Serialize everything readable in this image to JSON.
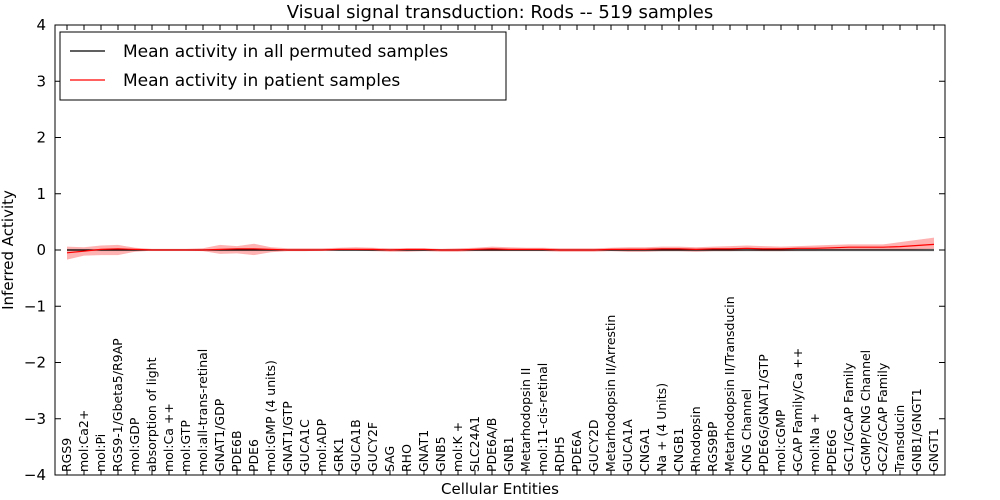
{
  "chart_data": {
    "type": "line",
    "title": "Visual signal transduction: Rods -- 519 samples",
    "xlabel": "Cellular Entities",
    "ylabel": "Inferred Activity",
    "ylim": [
      -4,
      4
    ],
    "yticks": [
      "−4",
      "−3",
      "−2",
      "−1",
      "0",
      "1",
      "2",
      "3",
      "4"
    ],
    "grid": false,
    "legend_position": "top-left",
    "categories": [
      "RGS9",
      "mol:Ca2+",
      "mol:Pi",
      "RGS9-1/Gbeta5/R9AP",
      "mol:GDP",
      "absorption of light",
      "mol:Ca ++",
      "mol:GTP",
      "mol:all-trans-retinal",
      "GNAT1/GDP",
      "PDE6B",
      "PDE6",
      "mol:GMP (4 units)",
      "GNAT1/GTP",
      "GUCA1C",
      "mol:ADP",
      "GRK1",
      "GUCA1B",
      "GUCY2F",
      "SAG",
      "RHO",
      "GNAT1",
      "GNB5",
      "mol:K +",
      "SLC24A1",
      "PDE6A/B",
      "GNB1",
      "Metarhodopsin II",
      "mol:11-cis-retinal",
      "RDH5",
      "PDE6A",
      "GUCY2D",
      "Metarhodopsin II/Arrestin",
      "GUCA1A",
      "CNGA1",
      "Na + (4 Units)",
      "CNGB1",
      "Rhodopsin",
      "RGS9BP",
      "Metarhodopsin II/Transducin",
      "CNG Channel",
      "PDE6G/GNAT1/GTP",
      "mol:cGMP",
      "GCAP Family/Ca ++",
      "mol:Na +",
      "PDE6G",
      "GC1/GCAP Family",
      "cGMP/CNG Channel",
      "GC2/GCAP Family",
      "Transducin",
      "GNB1/GNGT1",
      "GNGT1"
    ],
    "series": [
      {
        "name": "Mean activity in all permuted samples",
        "color": "#000000",
        "values": [
          0,
          0,
          0,
          0,
          0,
          0,
          0,
          0,
          0,
          0,
          0,
          0,
          0,
          0,
          0,
          0,
          0,
          0,
          0,
          0,
          0,
          0,
          0,
          0,
          0,
          0,
          0,
          0,
          0,
          0,
          0,
          0,
          0,
          0,
          0,
          0,
          0,
          0,
          0,
          0,
          0,
          0,
          0,
          0,
          0,
          0,
          0,
          0,
          0,
          0,
          0,
          0
        ],
        "band_low": [
          -0.02,
          -0.02,
          -0.02,
          -0.02,
          -0.02,
          -0.02,
          -0.02,
          -0.02,
          -0.02,
          -0.02,
          -0.02,
          -0.02,
          -0.02,
          -0.02,
          -0.02,
          -0.02,
          -0.02,
          -0.02,
          -0.02,
          -0.02,
          -0.02,
          -0.02,
          -0.02,
          -0.02,
          -0.02,
          -0.02,
          -0.02,
          -0.02,
          -0.02,
          -0.02,
          -0.02,
          -0.02,
          -0.02,
          -0.03,
          -0.03,
          -0.03,
          -0.03,
          -0.03,
          -0.03,
          -0.03,
          -0.03,
          -0.03,
          -0.03,
          -0.03,
          -0.03,
          -0.03,
          -0.03,
          -0.03,
          -0.03,
          -0.03,
          -0.03,
          -0.03
        ],
        "band_high": [
          0.02,
          0.02,
          0.02,
          0.02,
          0.02,
          0.02,
          0.02,
          0.02,
          0.02,
          0.02,
          0.02,
          0.02,
          0.02,
          0.02,
          0.02,
          0.02,
          0.02,
          0.02,
          0.02,
          0.02,
          0.02,
          0.02,
          0.02,
          0.02,
          0.02,
          0.02,
          0.02,
          0.02,
          0.02,
          0.02,
          0.02,
          0.02,
          0.02,
          0.03,
          0.03,
          0.03,
          0.03,
          0.03,
          0.03,
          0.03,
          0.03,
          0.03,
          0.03,
          0.03,
          0.03,
          0.03,
          0.03,
          0.03,
          0.03,
          0.03,
          0.03,
          0.03
        ]
      },
      {
        "name": "Mean activity in patient samples",
        "color": "#ff0000",
        "values": [
          -0.05,
          -0.02,
          0.01,
          0.02,
          0.01,
          0,
          0,
          0,
          0,
          0.01,
          0.02,
          0.02,
          0.01,
          0,
          0,
          0,
          0.01,
          0.01,
          0.01,
          0,
          0.01,
          0.01,
          0,
          0,
          0.01,
          0.02,
          0.01,
          0.01,
          0.01,
          0,
          0,
          0,
          0.01,
          0.01,
          0.01,
          0.02,
          0.02,
          0.01,
          0.02,
          0.02,
          0.03,
          0.02,
          0.02,
          0.03,
          0.03,
          0.04,
          0.05,
          0.05,
          0.05,
          0.06,
          0.08,
          0.1
        ],
        "band_low": [
          -0.17,
          -0.1,
          -0.09,
          -0.09,
          -0.03,
          -0.01,
          -0.01,
          -0.01,
          -0.02,
          -0.07,
          -0.06,
          -0.09,
          -0.04,
          -0.02,
          -0.02,
          -0.01,
          -0.01,
          -0.01,
          -0.02,
          -0.03,
          -0.03,
          -0.02,
          -0.03,
          -0.03,
          -0.02,
          -0.02,
          -0.02,
          -0.02,
          -0.02,
          -0.03,
          -0.03,
          -0.03,
          -0.02,
          -0.03,
          -0.03,
          -0.02,
          -0.02,
          -0.03,
          -0.02,
          -0.02,
          -0.01,
          -0.02,
          -0.02,
          -0.01,
          -0.01,
          0,
          0,
          0,
          0,
          0,
          0.01,
          0.02
        ],
        "band_high": [
          0.06,
          0.05,
          0.08,
          0.09,
          0.04,
          0.02,
          0.02,
          0.02,
          0.03,
          0.09,
          0.07,
          0.11,
          0.05,
          0.03,
          0.03,
          0.03,
          0.04,
          0.05,
          0.04,
          0.03,
          0.03,
          0.03,
          0.02,
          0.03,
          0.04,
          0.06,
          0.05,
          0.04,
          0.04,
          0.03,
          0.03,
          0.03,
          0.04,
          0.05,
          0.05,
          0.06,
          0.06,
          0.05,
          0.06,
          0.07,
          0.08,
          0.07,
          0.06,
          0.07,
          0.08,
          0.09,
          0.1,
          0.1,
          0.1,
          0.14,
          0.18,
          0.22
        ]
      }
    ]
  }
}
